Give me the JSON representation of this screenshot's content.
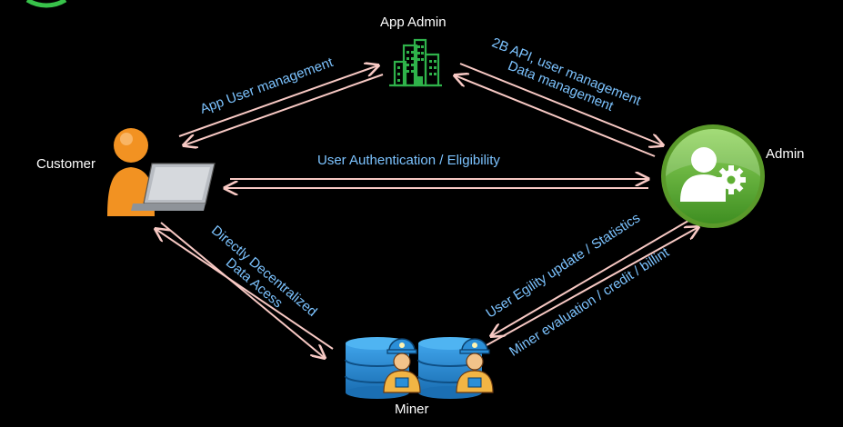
{
  "nodes": {
    "app_admin": "App Admin",
    "customer": "Customer",
    "admin": "Admin",
    "miner": "Miner"
  },
  "edges": {
    "customer_app_admin": "App User management",
    "app_admin_admin_line1": "2B API, user management",
    "app_admin_admin_line2": "Data management",
    "customer_admin": "User Authentication / Eligibility",
    "customer_miner_line1": "Directly Decentralized",
    "customer_miner_line2": "Data Acess",
    "admin_miner_top": "User Egility update / Statistics",
    "admin_miner_bottom": "Miner evaluation / credit / billint"
  },
  "colors": {
    "background": "#000000",
    "arrow": "#f8c9c4",
    "edge_text": "#7cc3ff",
    "node_text": "#ffffff",
    "building": "#2fb24a",
    "customer_person": "#f29222",
    "admin_circle": "#5fb034",
    "miner_db": "#1e7fc8",
    "miner_worker": "#f2b544"
  },
  "icons": {
    "app_admin": "building-icon",
    "customer": "user-laptop-icon",
    "admin": "admin-gear-icon",
    "miner": "miner-database-icon"
  }
}
